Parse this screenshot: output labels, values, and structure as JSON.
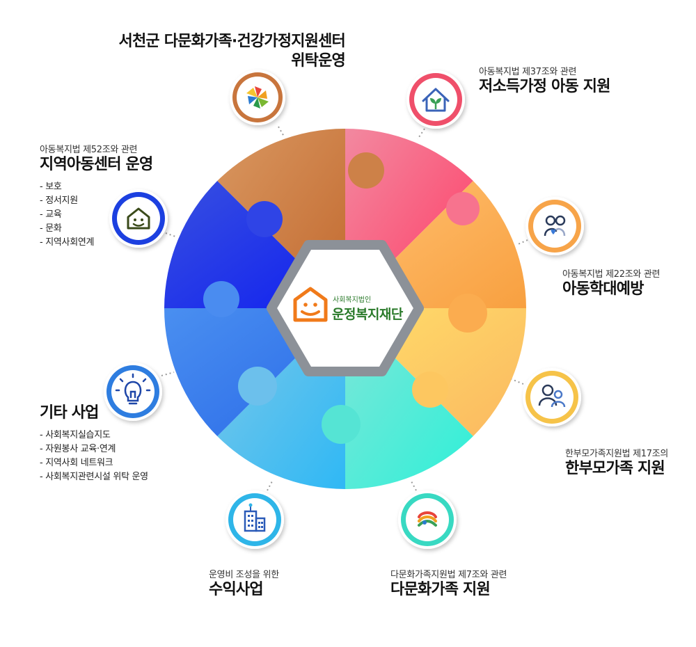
{
  "center": {
    "org_type": "사회복지법인",
    "org_name": "운정복지재단"
  },
  "items": {
    "seocheon": {
      "title_line1": "서천군 다문화가족·건강가정지원센터",
      "title_line2": "위탁운영",
      "icon": "pinwheel-icon",
      "color": "#c8753c"
    },
    "lowincome": {
      "caption": "아동복지법 제37조와 관련",
      "title": "저소득가정 아동 지원",
      "icon": "house-sprout-icon",
      "color": "#ef4f6a"
    },
    "abuse": {
      "caption": "아동복지법 제22조와 관련",
      "title": "아동학대예방",
      "icon": "family-heart-icon",
      "color": "#f7a44a"
    },
    "single": {
      "caption": "한부모가족지원법 제17조의",
      "title": "한부모가족 지원",
      "icon": "parent-child-icon",
      "color": "#f6c349"
    },
    "multicultural": {
      "caption": "다문화가족지원법 제7조와 관련",
      "title": "다문화가족 지원",
      "icon": "multicultural-logo-icon",
      "color": "#39d9c2"
    },
    "revenue": {
      "caption": "운영비 조성을 위한",
      "title": "수익사업",
      "icon": "building-icon",
      "color": "#2fb5e8"
    },
    "etc": {
      "title": "기타 사업",
      "bullets": [
        "사회복지실습지도",
        "자원봉사 교육·연계",
        "지역사회 네트워크",
        "사회복지관련시설 위탁 운영"
      ],
      "icon": "lightbulb-icon",
      "color": "#2f7de0"
    },
    "center": {
      "caption": "아동복지법 제52조와 관련",
      "title": "지역아동센터 운영",
      "bullets": [
        "보호",
        "정서지원",
        "교육",
        "문화",
        "지역사회연계"
      ],
      "icon": "smiling-house-icon",
      "color": "#1f3fe0"
    }
  },
  "colors": {
    "hexagon_border": "#8c9198",
    "logo_orange": "#f07a1a",
    "logo_green": "#2a7a2a"
  }
}
